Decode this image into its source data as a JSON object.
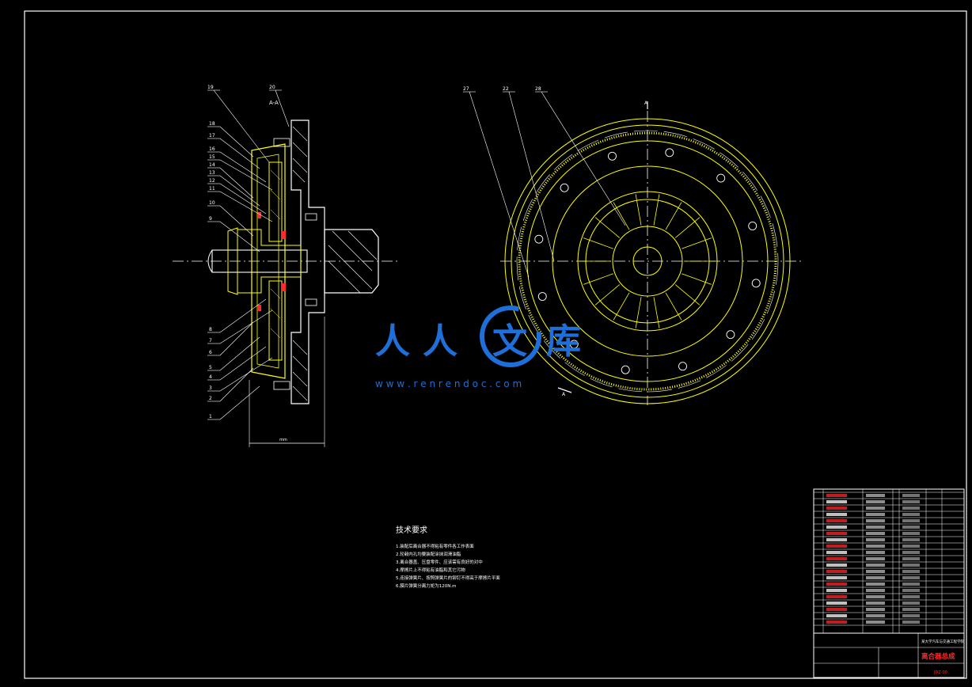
{
  "colors": {
    "background": "#000000",
    "line": "#ffffff",
    "part": "#ffff00",
    "accent": "#ff2a2a",
    "watermark": "#1e6fd9",
    "centerline": "#ffffff"
  },
  "section_view": {
    "label": "A-A",
    "part_callouts": [
      "19",
      "20",
      "18",
      "17",
      "16",
      "15",
      "14",
      "13",
      "12",
      "11",
      "10",
      "9",
      "8",
      "7",
      "6",
      "5",
      "4",
      "3",
      "2",
      "1"
    ]
  },
  "front_view": {
    "part_callouts": [
      "27",
      "22",
      "28"
    ],
    "section_marker": "A"
  },
  "watermark": {
    "chars": [
      "人",
      "人",
      "文",
      "库"
    ],
    "url": "w w w . r e n r e n d o c . c o m"
  },
  "tech_requirements": {
    "title": "技术要求",
    "items": [
      "1.装配后离合器不得粘有零件各工作表面",
      "2.轮毂内孔均要装配涂抹润滑油脂",
      "3.离合器盖、压盘零件、应该需有良好的对中",
      "4.摩擦片上不得粘有油脂和其它污物",
      "5.连接弹簧片、按照弹簧片的铆钉不得高于摩擦片平面",
      "6.膜片弹簧分离力矩为120N.m"
    ]
  },
  "title_block": {
    "name": "离合器总成",
    "school": "某大学汽车与交通工程学院",
    "drawing_no": "JDZ-00"
  }
}
